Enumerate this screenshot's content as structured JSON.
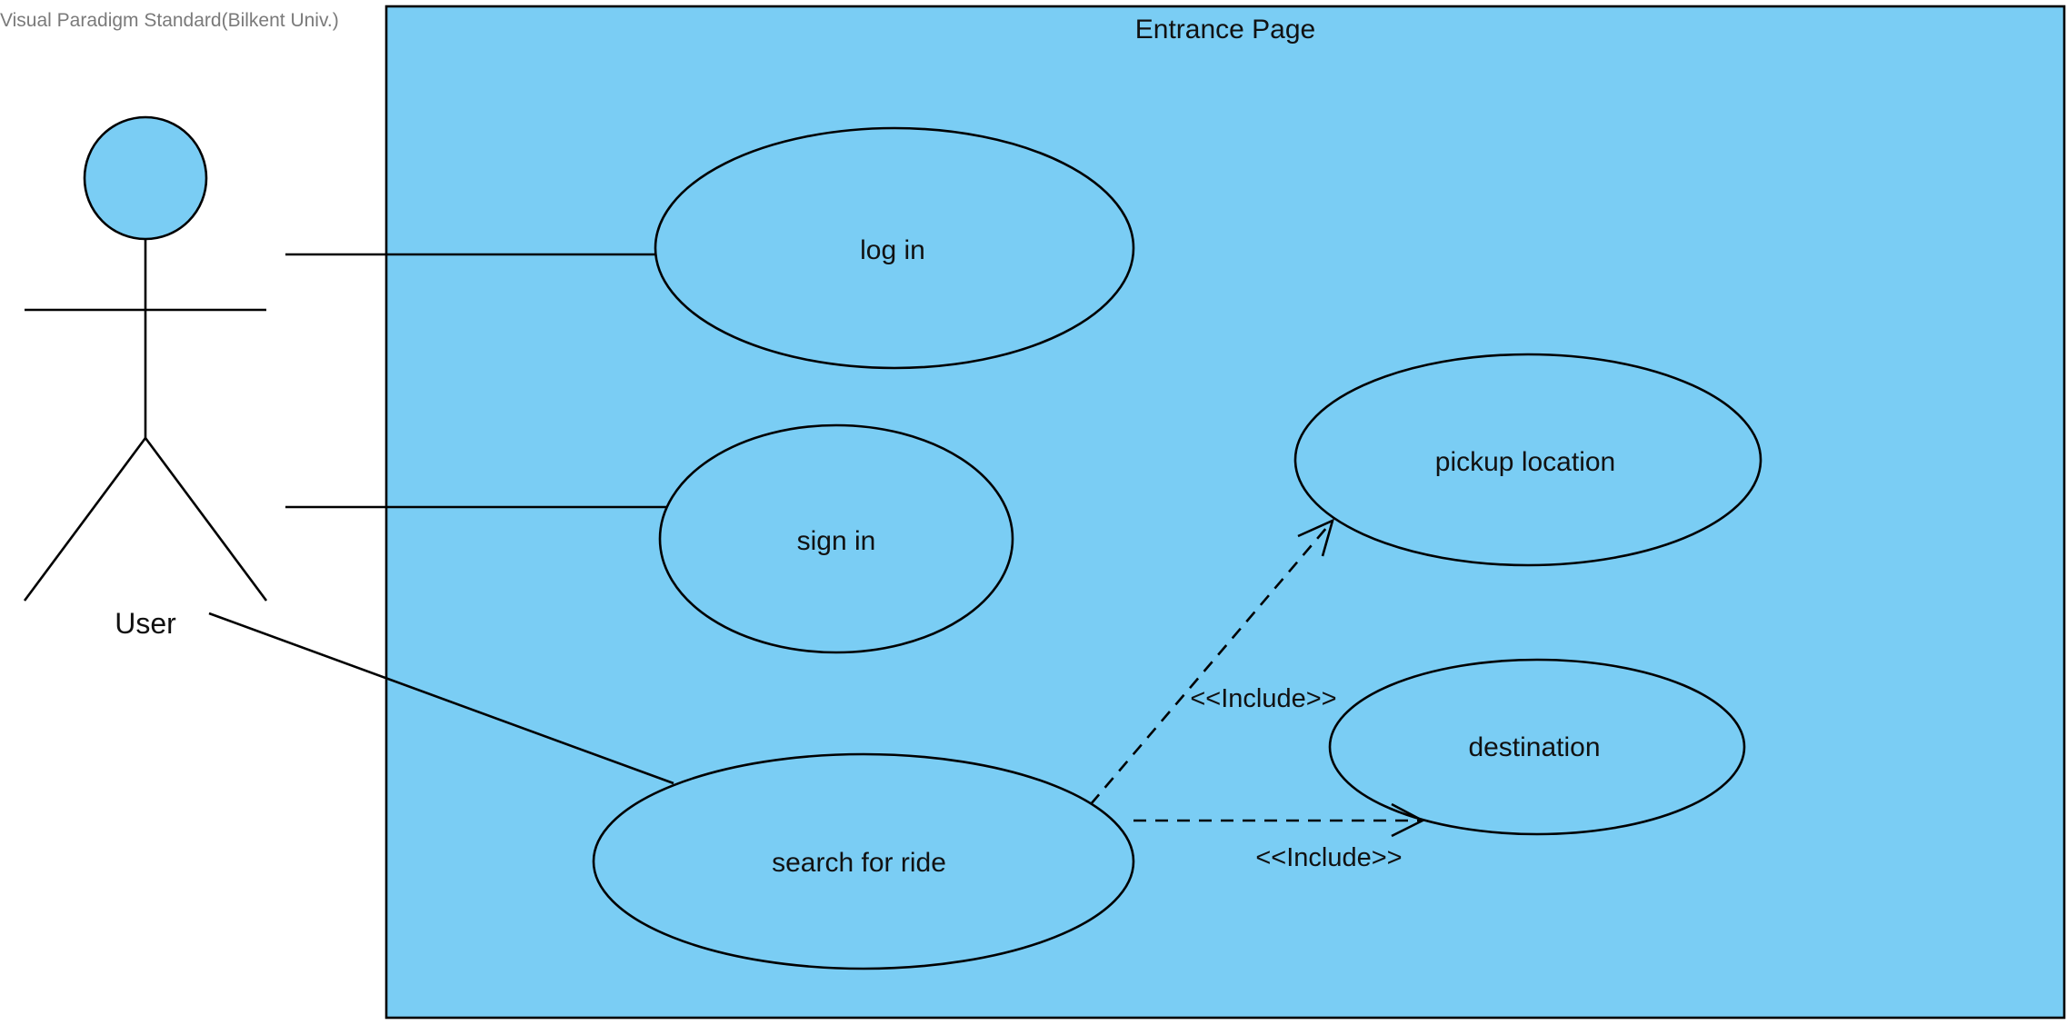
{
  "watermark": "Visual Paradigm Standard(Bilkent Univ.)",
  "system": {
    "title": "Entrance Page"
  },
  "actor": {
    "label": "User"
  },
  "use_cases": {
    "login": "log in",
    "signin": "sign in",
    "search": "search for ride",
    "pickup": "pickup location",
    "destination": "destination"
  },
  "relations": {
    "include_pickup": "<<Include>>",
    "include_destination": "<<Include>>"
  },
  "colors": {
    "fill": "#7acdf4",
    "stroke": "#000000",
    "background": "#ffffff"
  }
}
